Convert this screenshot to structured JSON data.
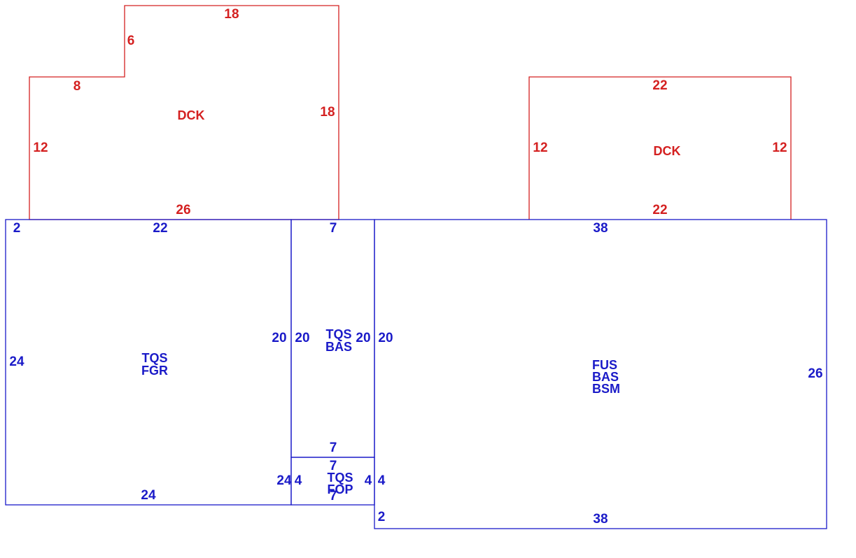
{
  "colors": {
    "deck": "#d42020",
    "living": "#1a1ac8",
    "background": "#ffffff"
  },
  "sketch": {
    "deck_left": {
      "code": "DCK",
      "dims": {
        "top": "18",
        "step_vertical": "6",
        "step_horizontal": "8",
        "right": "18",
        "left": "12",
        "bottom": "26"
      }
    },
    "deck_right": {
      "code": "DCK",
      "dims": {
        "top": "22",
        "left": "12",
        "right": "12",
        "bottom": "22"
      }
    },
    "garage": {
      "codes": [
        "TQS",
        "FGR"
      ],
      "dims": {
        "top_offset": "2",
        "top": "22",
        "left": "24",
        "right": "20",
        "bottom": "24"
      }
    },
    "middle": {
      "codes": [
        "TQS",
        "BAS"
      ],
      "dims": {
        "top": "7",
        "left": "20",
        "right": "20",
        "bottom": "7"
      }
    },
    "porch": {
      "codes": [
        "TQS",
        "FOP"
      ],
      "dims": {
        "top": "7",
        "left": "4",
        "right": "4",
        "bottom": "7"
      }
    },
    "main": {
      "codes": [
        "FUS",
        "BAS",
        "BSM"
      ],
      "dims": {
        "top": "38",
        "left_outer": "20",
        "left_porch": "4",
        "left_step": "2",
        "right": "26",
        "bottom": "38"
      }
    }
  }
}
